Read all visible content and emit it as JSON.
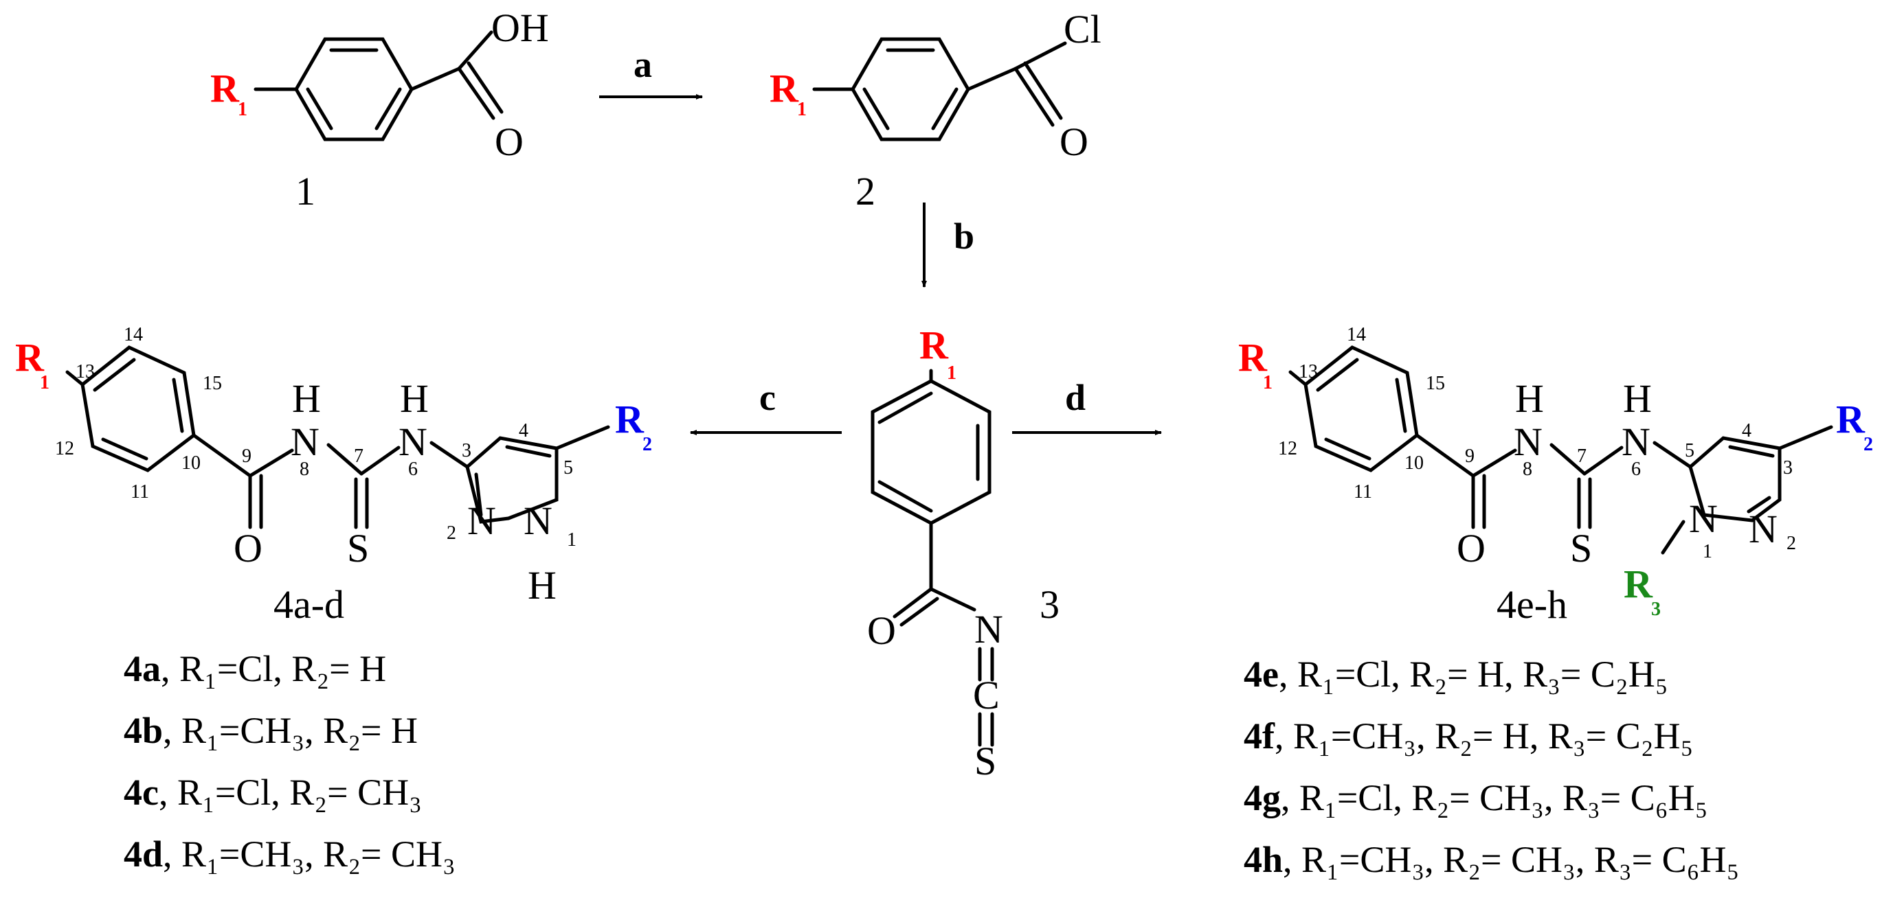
{
  "colors": {
    "r1": "#ff0000",
    "r2": "#0000ee",
    "r3": "#1a8a1a",
    "bond": "#000000"
  },
  "compound1": {
    "label": "1",
    "oh": "OH",
    "o": "O"
  },
  "compound2": {
    "label": "2",
    "cl": "Cl",
    "o": "O"
  },
  "compound3": {
    "label": "3",
    "o": "O",
    "n": "N",
    "c": "C",
    "s": "S"
  },
  "steps": {
    "a": "a",
    "b": "b",
    "c": "c",
    "d": "d"
  },
  "substituents": {
    "r": "R",
    "r1_sub": "1",
    "r2_sub": "2",
    "r3_sub": "3"
  },
  "product_left": {
    "label": "4a-d",
    "atoms": {
      "h8": "H",
      "n8": "N",
      "h6": "H",
      "n6": "N",
      "o9": "O",
      "s7": "S",
      "n2": "N",
      "n1": "N",
      "h1": "H"
    },
    "locants": [
      "14",
      "15",
      "13",
      "12",
      "11",
      "10",
      "9",
      "8",
      "7",
      "6",
      "3",
      "4",
      "5",
      "2",
      "1"
    ],
    "list": [
      {
        "id": "4a",
        "text": ", R₁=Cl, R₂= H"
      },
      {
        "id": "4b",
        "text": ", R₁=CH₃, R₂= H"
      },
      {
        "id": "4c",
        "text": ", R₁=Cl, R₂= CH₃"
      },
      {
        "id": "4d",
        "text": ", R₁=CH₃, R₂= CH₃"
      }
    ]
  },
  "product_right": {
    "label": "4e-h",
    "atoms": {
      "h8": "H",
      "n8": "N",
      "h6": "H",
      "n6": "N",
      "o9": "O",
      "s7": "S",
      "n1": "N",
      "n2": "N"
    },
    "locants": [
      "14",
      "15",
      "13",
      "12",
      "11",
      "10",
      "9",
      "8",
      "7",
      "6",
      "5",
      "4",
      "3",
      "1",
      "2"
    ],
    "list": [
      {
        "id": "4e",
        "text": ", R₁=Cl, R₂= H, R₃= C₂H₅"
      },
      {
        "id": "4f",
        "text": ", R₁=CH₃, R₂= H, R₃= C₂H₅"
      },
      {
        "id": "4g",
        "text": ", R₁=Cl, R₂= CH₃, R₃= C₆H₅"
      },
      {
        "id": "4h",
        "text": ", R₁=CH₃, R₂= CH₃, R₃= C₆H₅"
      }
    ]
  }
}
